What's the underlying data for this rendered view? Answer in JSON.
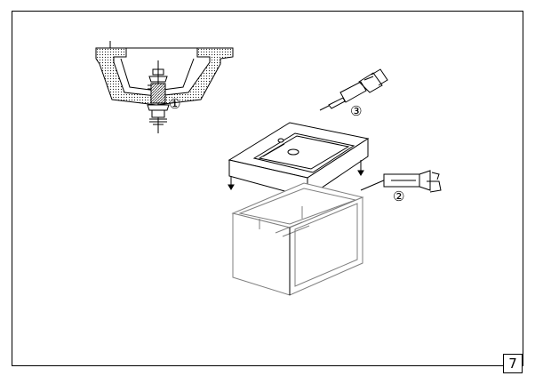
{
  "steps": {
    "drain_step": "①",
    "cabinet_sealant_step": "②",
    "sink_sealant_step": "③"
  },
  "page_number": "7",
  "colors": {
    "line": "#000000",
    "panel": "#7f7f7f",
    "hatch": "#444444"
  },
  "icons": [
    "sealant-gun-icon",
    "sealant-gun-icon",
    "drain-assembly-icon"
  ]
}
